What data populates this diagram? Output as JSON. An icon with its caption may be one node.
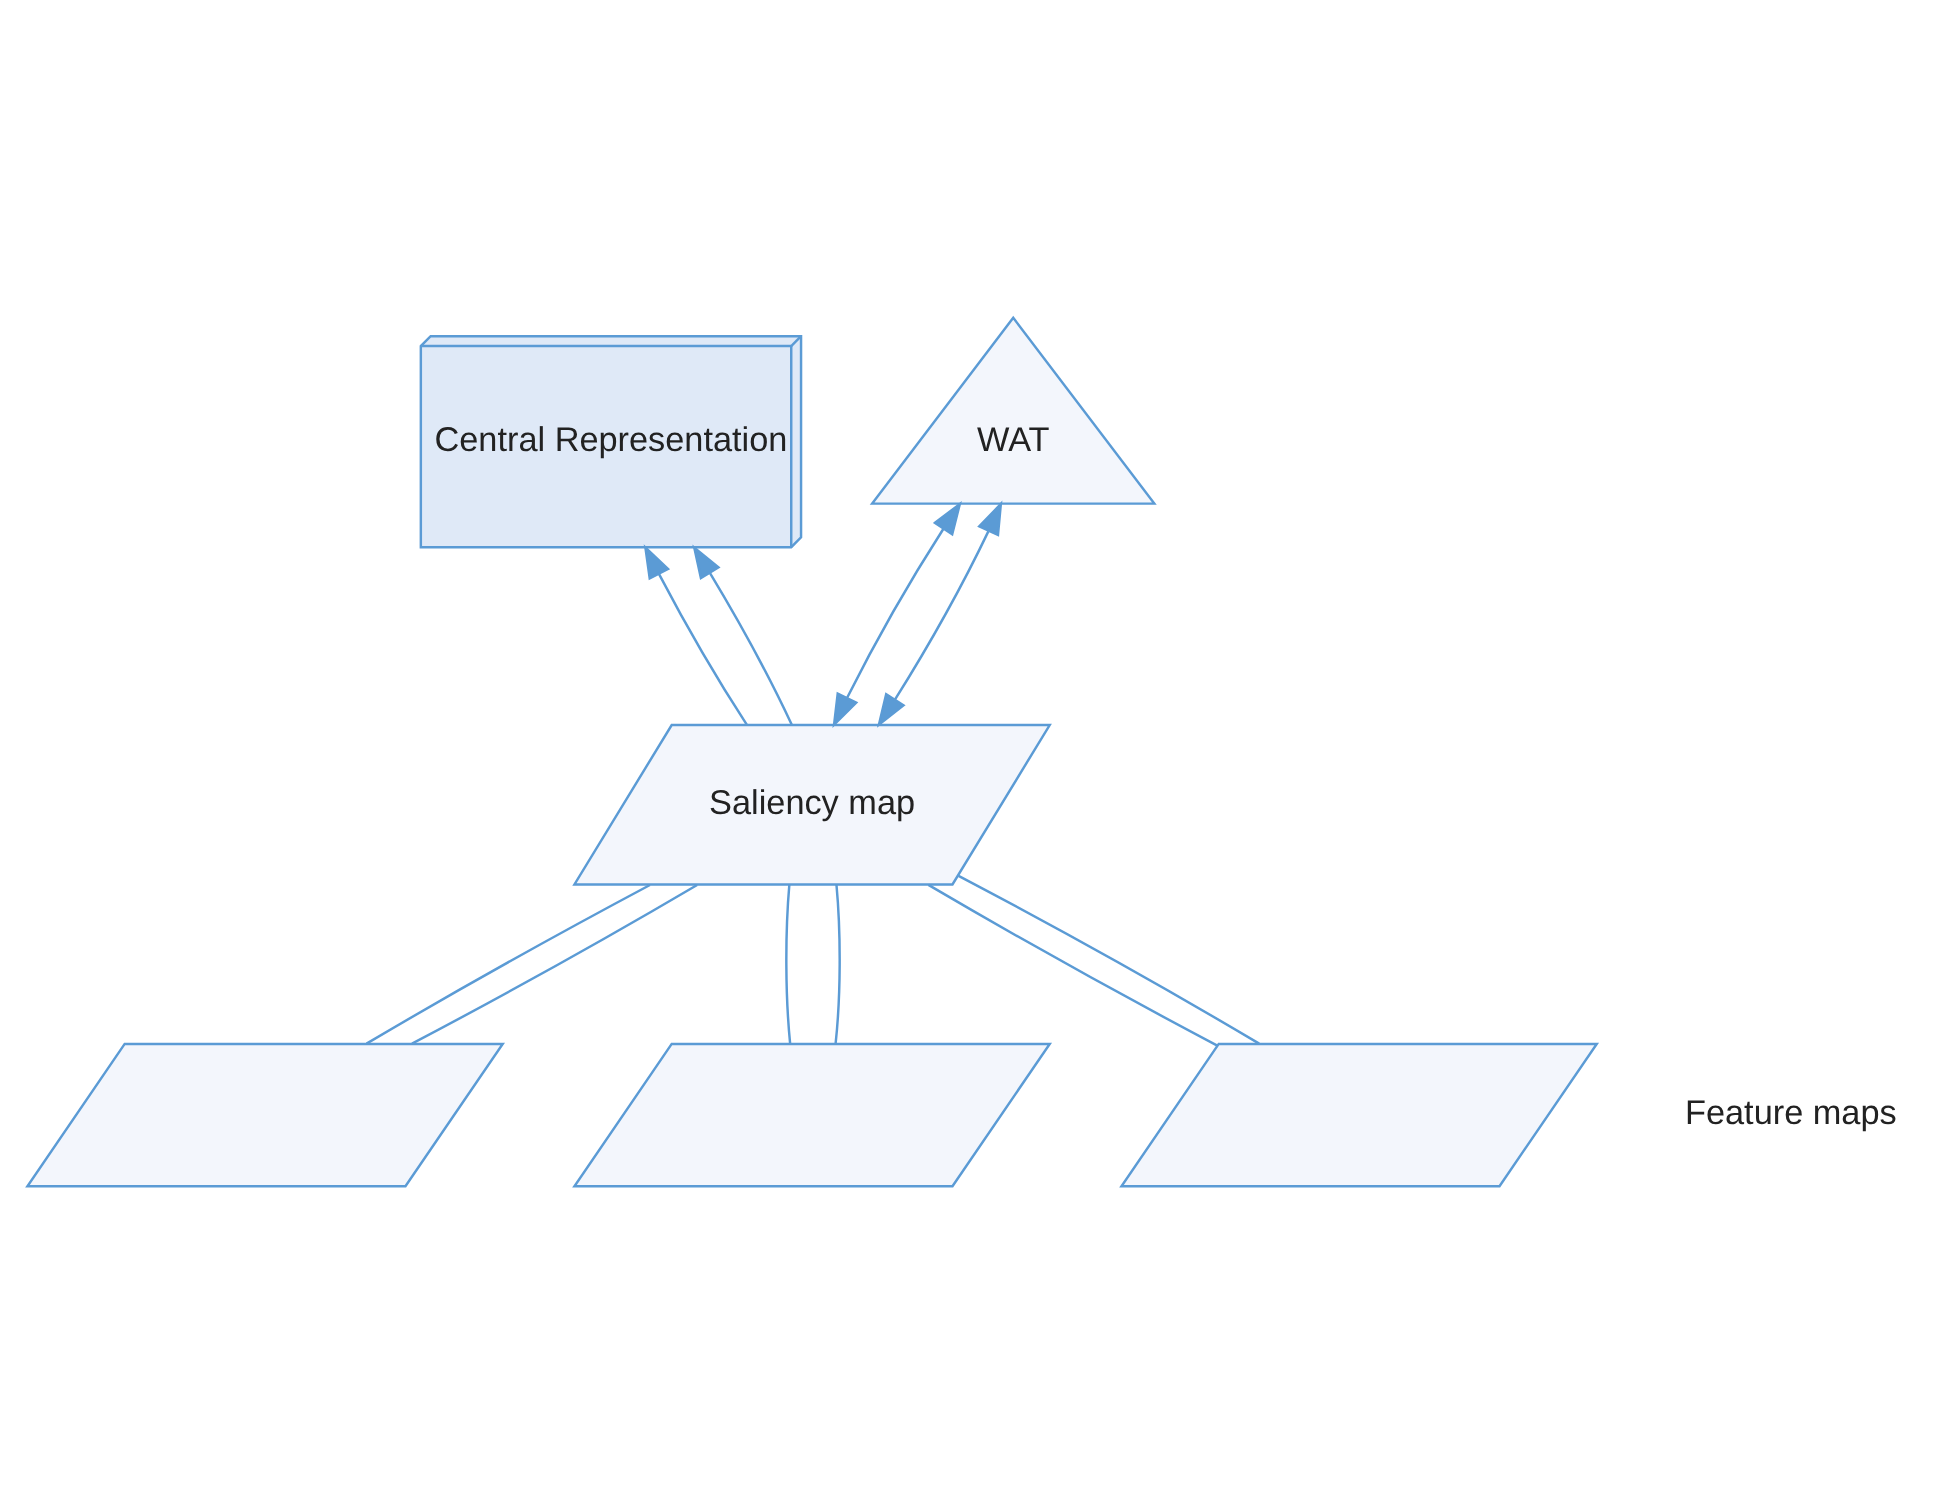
{
  "diagram": {
    "nodes": [
      {
        "text": [
          "Central Representation"
        ]
      },
      {
        "text": [
          "WAT"
        ]
      },
      {
        "text": [
          "Saliency map"
        ]
      },
      {
        "text": [],
        "shape": "parallelogram"
      },
      {
        "text": [],
        "shape": "parallelogram"
      },
      {
        "text": [],
        "shape": "parallelogram"
      }
    ],
    "edges": [
      {
        "from": 2,
        "to": 0,
        "arrow": "to"
      },
      {
        "from": 2,
        "to": 0,
        "arrow": "to"
      },
      {
        "from": 2,
        "to": 1,
        "arrow": "both"
      },
      {
        "from": 2,
        "to": 1,
        "arrow": "both"
      },
      {
        "from": 3,
        "to": 2,
        "arrow": "none"
      },
      {
        "from": 4,
        "to": 2,
        "arrow": "none"
      },
      {
        "from": 5,
        "to": 2,
        "arrow": "none"
      },
      {
        "from": 3,
        "to": 2,
        "arrow": "none"
      },
      {
        "from": 4,
        "to": 2,
        "arrow": "none"
      },
      {
        "from": 5,
        "to": 2,
        "arrow": "none"
      }
    ],
    "labels": [
      "Feature maps"
    ]
  }
}
